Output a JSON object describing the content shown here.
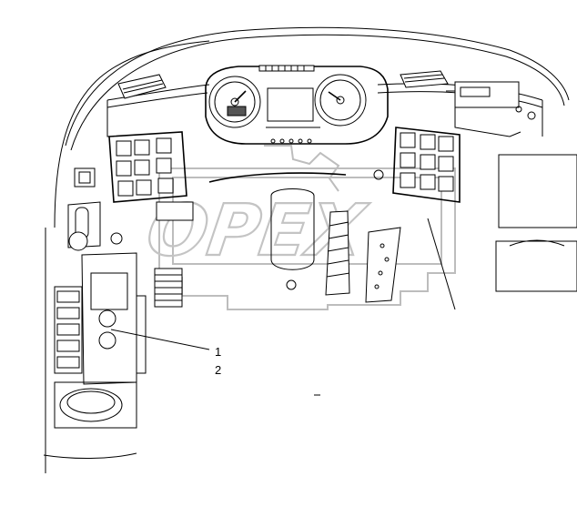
{
  "callouts": [
    {
      "number": "1"
    },
    {
      "number": "2"
    }
  ],
  "watermark": {
    "text": "OPEX"
  },
  "icons": [
    "dashboard-outline",
    "speedometer-gauge",
    "tachometer-gauge",
    "switch-panel-left",
    "switch-panel-right",
    "steering-column",
    "pedal-accelerator",
    "pedal-brake",
    "pedal-clutch",
    "side-control-panel",
    "cup-holder",
    "air-vent"
  ]
}
